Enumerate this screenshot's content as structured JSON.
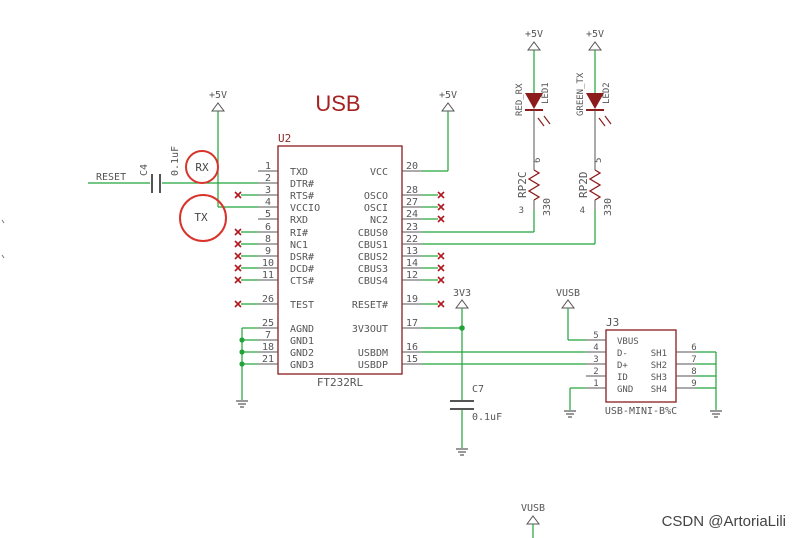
{
  "title": "USB",
  "power": {
    "plus5v": "+5V",
    "v3v3": "3V3",
    "vusb": "VUSB"
  },
  "u2": {
    "ref": "U2",
    "part": "FT232RL",
    "left_pins": [
      {
        "num": "1",
        "name": "TXD"
      },
      {
        "num": "2",
        "name": "DTR#"
      },
      {
        "num": "3",
        "name": "RTS#"
      },
      {
        "num": "4",
        "name": "VCCIO"
      },
      {
        "num": "5",
        "name": "RXD"
      },
      {
        "num": "6",
        "name": "RI#"
      },
      {
        "num": "8",
        "name": "NC1"
      },
      {
        "num": "9",
        "name": "DSR#"
      },
      {
        "num": "10",
        "name": "DCD#"
      },
      {
        "num": "11",
        "name": "CTS#"
      },
      {
        "num": "26",
        "name": "TEST"
      },
      {
        "num": "25",
        "name": "AGND"
      },
      {
        "num": "7",
        "name": "GND1"
      },
      {
        "num": "18",
        "name": "GND2"
      },
      {
        "num": "21",
        "name": "GND3"
      }
    ],
    "right_pins": [
      {
        "num": "20",
        "name": "VCC"
      },
      {
        "num": "28",
        "name": "OSCO"
      },
      {
        "num": "27",
        "name": "OSCI"
      },
      {
        "num": "24",
        "name": "NC2"
      },
      {
        "num": "23",
        "name": "CBUS0"
      },
      {
        "num": "22",
        "name": "CBUS1"
      },
      {
        "num": "13",
        "name": "CBUS2"
      },
      {
        "num": "14",
        "name": "CBUS3"
      },
      {
        "num": "12",
        "name": "CBUS4"
      },
      {
        "num": "19",
        "name": "RESET#"
      },
      {
        "num": "17",
        "name": "3V3OUT"
      },
      {
        "num": "16",
        "name": "USBDM"
      },
      {
        "num": "15",
        "name": "USBDP"
      }
    ]
  },
  "c4": {
    "ref": "C4",
    "value": "0.1uF"
  },
  "c7": {
    "ref": "C7",
    "value": "0.1uF"
  },
  "reset_net": "RESET",
  "annotations": {
    "rx": "RX",
    "tx": "TX"
  },
  "leds": [
    {
      "net": "RED_RX",
      "ref": "LED1",
      "res": "RP2C",
      "value": "330",
      "pin_top": "6",
      "pin_bot": "3"
    },
    {
      "net": "GREEN_TX",
      "ref": "LED2",
      "res": "RP2D",
      "value": "330",
      "pin_top": "5",
      "pin_bot": "4"
    }
  ],
  "j3": {
    "ref": "J3",
    "part": "USB-MINI-B%C",
    "left_pins": [
      {
        "num": "5",
        "name": "VBUS"
      },
      {
        "num": "4",
        "name": "D-"
      },
      {
        "num": "3",
        "name": "D+"
      },
      {
        "num": "2",
        "name": "ID"
      },
      {
        "num": "1",
        "name": "GND"
      }
    ],
    "right_pins": [
      {
        "num": "6",
        "name": "SH1"
      },
      {
        "num": "7",
        "name": "SH2"
      },
      {
        "num": "8",
        "name": "SH3"
      },
      {
        "num": "9",
        "name": "SH4"
      }
    ]
  },
  "watermark": "CSDN @ArtoriaLili",
  "colors": {
    "wire": "#22a33a",
    "body": "#8c1b1b",
    "ink": "#555555",
    "annot": "#d8342c",
    "nc": "#b0171f"
  }
}
